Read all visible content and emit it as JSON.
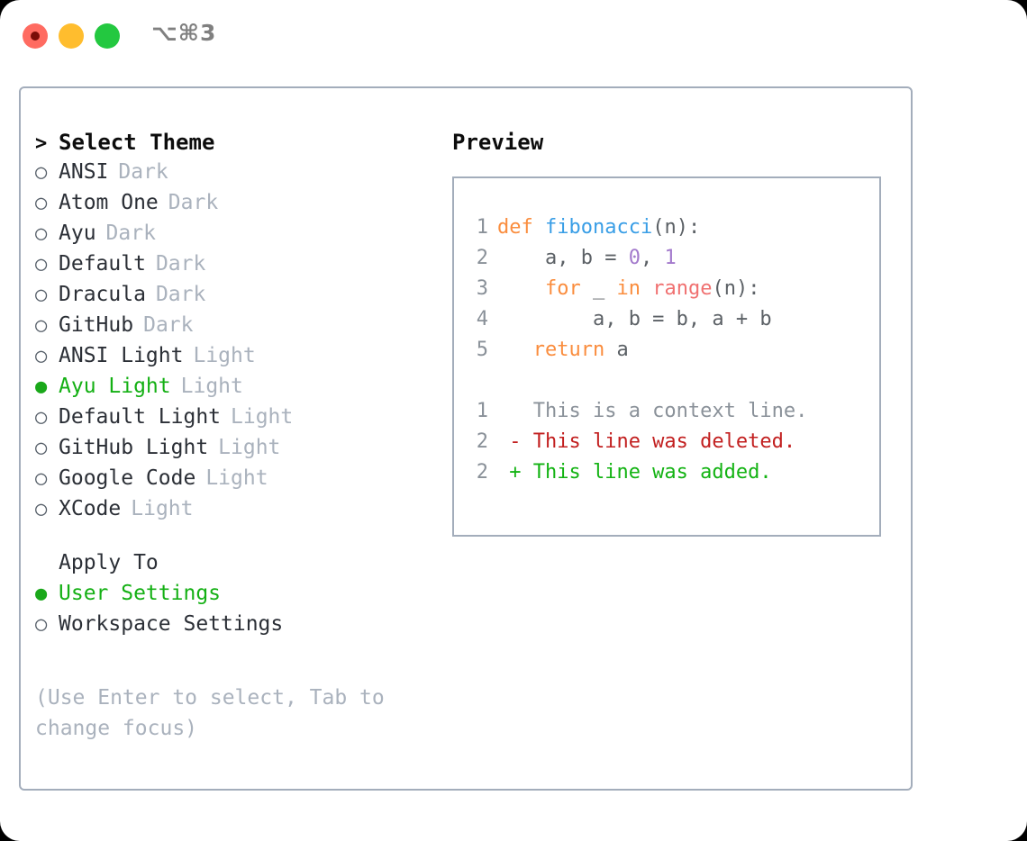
{
  "window": {
    "title": "⌥⌘3",
    "traffic_lights": [
      {
        "name": "close",
        "color": "#ff6b61"
      },
      {
        "name": "minimize",
        "color": "#ffbd2e"
      },
      {
        "name": "maximize",
        "color": "#23c840"
      }
    ]
  },
  "theme_picker": {
    "header": {
      "prefix": ">",
      "label": "Select Theme"
    },
    "bullet_selected": "●",
    "bullet_unselected": "○",
    "items": [
      {
        "name": "ANSI",
        "tag": "Dark",
        "selected": false
      },
      {
        "name": "Atom One",
        "tag": "Dark",
        "selected": false
      },
      {
        "name": "Ayu",
        "tag": "Dark",
        "selected": false
      },
      {
        "name": "Default",
        "tag": "Dark",
        "selected": false
      },
      {
        "name": "Dracula",
        "tag": "Dark",
        "selected": false
      },
      {
        "name": "GitHub",
        "tag": "Dark",
        "selected": false
      },
      {
        "name": "ANSI Light",
        "tag": "Light",
        "selected": false
      },
      {
        "name": "Ayu Light",
        "tag": "Light",
        "selected": true
      },
      {
        "name": "Default Light",
        "tag": "Light",
        "selected": false
      },
      {
        "name": "GitHub Light",
        "tag": "Light",
        "selected": false
      },
      {
        "name": "Google Code",
        "tag": "Light",
        "selected": false
      },
      {
        "name": "XCode",
        "tag": "Light",
        "selected": false
      }
    ]
  },
  "apply_to": {
    "header": "Apply To",
    "options": [
      {
        "label": "User Settings",
        "selected": true
      },
      {
        "label": "Workspace Settings",
        "selected": false
      }
    ]
  },
  "hint": "(Use Enter to select, Tab to change focus)",
  "preview": {
    "label": "Preview",
    "code_lines": [
      {
        "number": "1",
        "tokens": [
          {
            "text": "def ",
            "kind": "kw"
          },
          {
            "text": "fibonacci",
            "kind": "fn"
          },
          {
            "text": "(n):",
            "kind": "plain"
          }
        ]
      },
      {
        "number": "2",
        "tokens": [
          {
            "text": "    a, b = ",
            "kind": "plain"
          },
          {
            "text": "0",
            "kind": "num"
          },
          {
            "text": ", ",
            "kind": "plain"
          },
          {
            "text": "1",
            "kind": "num"
          }
        ]
      },
      {
        "number": "3",
        "tokens": [
          {
            "text": "    ",
            "kind": "plain"
          },
          {
            "text": "for",
            "kind": "kw"
          },
          {
            "text": " _ ",
            "kind": "plain"
          },
          {
            "text": "in",
            "kind": "kw"
          },
          {
            "text": " ",
            "kind": "plain"
          },
          {
            "text": "range",
            "kind": "call"
          },
          {
            "text": "(n):",
            "kind": "plain"
          }
        ]
      },
      {
        "number": "4",
        "tokens": [
          {
            "text": "        a, b = b, a + b",
            "kind": "plain"
          }
        ]
      },
      {
        "number": "5",
        "tokens": [
          {
            "text": "   ",
            "kind": "plain"
          },
          {
            "text": "return",
            "kind": "kw"
          },
          {
            "text": " a",
            "kind": "plain"
          }
        ]
      },
      {
        "number": "",
        "tokens": [
          {
            "text": " ",
            "kind": "plain"
          }
        ]
      },
      {
        "number": "1",
        "tokens": [
          {
            "text": "   This is a context line.",
            "kind": "ctx"
          }
        ]
      },
      {
        "number": "2",
        "tokens": [
          {
            "text": " - This line was deleted.",
            "kind": "del"
          }
        ]
      },
      {
        "number": "2",
        "tokens": [
          {
            "text": " + This line was added.",
            "kind": "add"
          }
        ]
      }
    ]
  },
  "colors": {
    "keyword": "#fa8d3e",
    "function": "#399ee6",
    "number": "#a37acc",
    "call": "#f07171",
    "plain": "#5c6166",
    "line_number": "#8a9199",
    "diff_context": "#8a9199",
    "diff_deleted": "#c21f1f",
    "diff_added": "#13b313",
    "selected": "#14b014",
    "muted": "#aab2bd",
    "border": "#a3adbb"
  }
}
